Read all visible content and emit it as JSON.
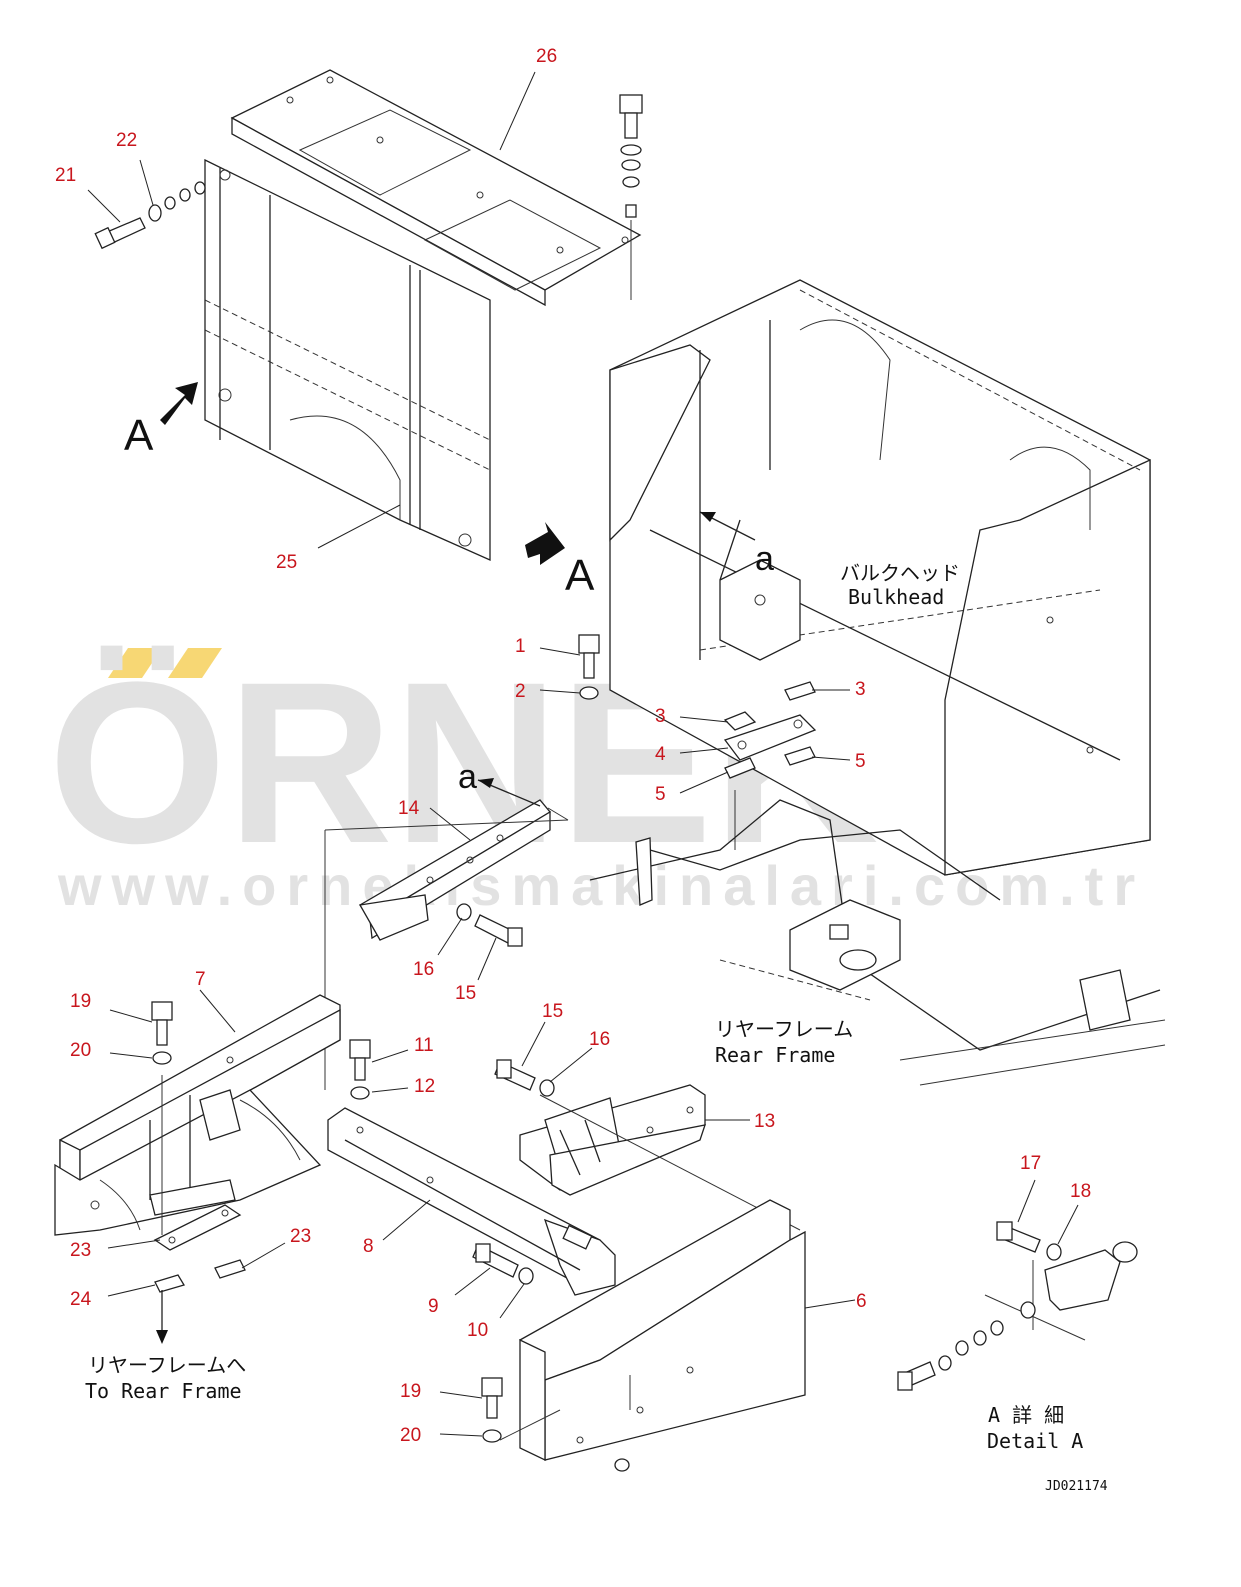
{
  "watermark": {
    "brand": "ÖRNEK",
    "url": "www.ornekismakinalari.com.tr",
    "accent_color": "#f7d774"
  },
  "callouts": [
    "1",
    "2",
    "3",
    "3",
    "4",
    "5",
    "5",
    "6",
    "7",
    "8",
    "9",
    "10",
    "11",
    "12",
    "13",
    "14",
    "15",
    "15",
    "16",
    "16",
    "17",
    "18",
    "19",
    "19",
    "20",
    "20",
    "21",
    "22",
    "23",
    "23",
    "24",
    "25",
    "26"
  ],
  "labels": {
    "view_arrow_a_left": "A",
    "view_arrow_a_right": "A",
    "arrow_small_a_top": "a",
    "arrow_small_a_mid": "a",
    "bulkhead_jp": "バルクヘッド",
    "bulkhead_en": "Bulkhead",
    "rear_frame_jp": "リヤーフレーム",
    "rear_frame_en": "Rear Frame",
    "to_rear_frame_jp": "リヤーフレームへ",
    "to_rear_frame_en": "To Rear Frame",
    "detail_jp": "A 詳 細",
    "detail_en": "Detail A",
    "drawing_id": "JD021174"
  },
  "colors": {
    "callout": "#c8161d",
    "line": "#222222",
    "watermark": "#e2e2e2"
  }
}
